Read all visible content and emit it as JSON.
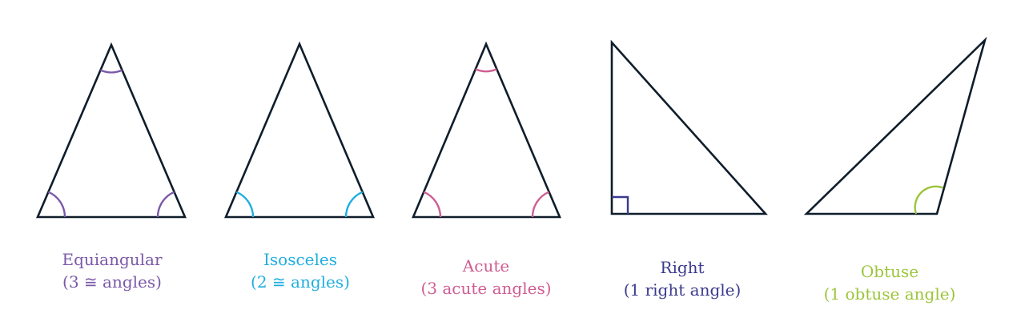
{
  "shapes": [
    {
      "name": "Equiangular",
      "detail": "(3 ≅ angles)",
      "color": "#7b59a8",
      "marker": "three-arcs"
    },
    {
      "name": "Isosceles",
      "detail": "(2 ≅ angles)",
      "color": "#1faee0",
      "marker": "two-arcs"
    },
    {
      "name": "Acute",
      "detail": "(3 acute angles)",
      "color": "#cf5d93",
      "marker": "three-arcs"
    },
    {
      "name": "Right",
      "detail": "(1 right angle)",
      "color": "#3b3a8f",
      "marker": "right-square"
    },
    {
      "name": "Obtuse",
      "detail": "(1 obtuse angle)",
      "color": "#9cc43a",
      "marker": "obtuse-arc"
    }
  ],
  "colors": {
    "outline": "#0f1d2b"
  }
}
